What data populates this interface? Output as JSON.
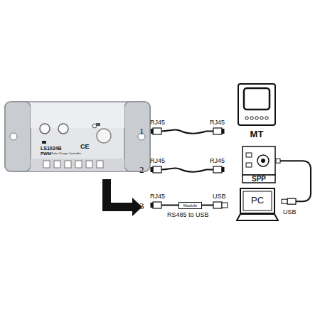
{
  "diagram": {
    "nodes": [
      {
        "text": [
          "LS1024B",
          "PWM",
          "Solar Charge Controller",
          "CE"
        ]
      },
      {
        "text": [
          "MT"
        ]
      },
      {
        "text": [
          "SPP"
        ]
      },
      {
        "text": [
          "Module"
        ]
      },
      {
        "text": [
          "PC"
        ]
      }
    ],
    "edges": [
      {
        "from": 2,
        "to": 4,
        "arrow": "none"
      }
    ],
    "labels": [
      "RJ45",
      "RJ45",
      "1",
      "RJ45",
      "RJ45",
      "2",
      "RJ45",
      "USB",
      "3",
      "RS485 to USB",
      "USB"
    ]
  }
}
